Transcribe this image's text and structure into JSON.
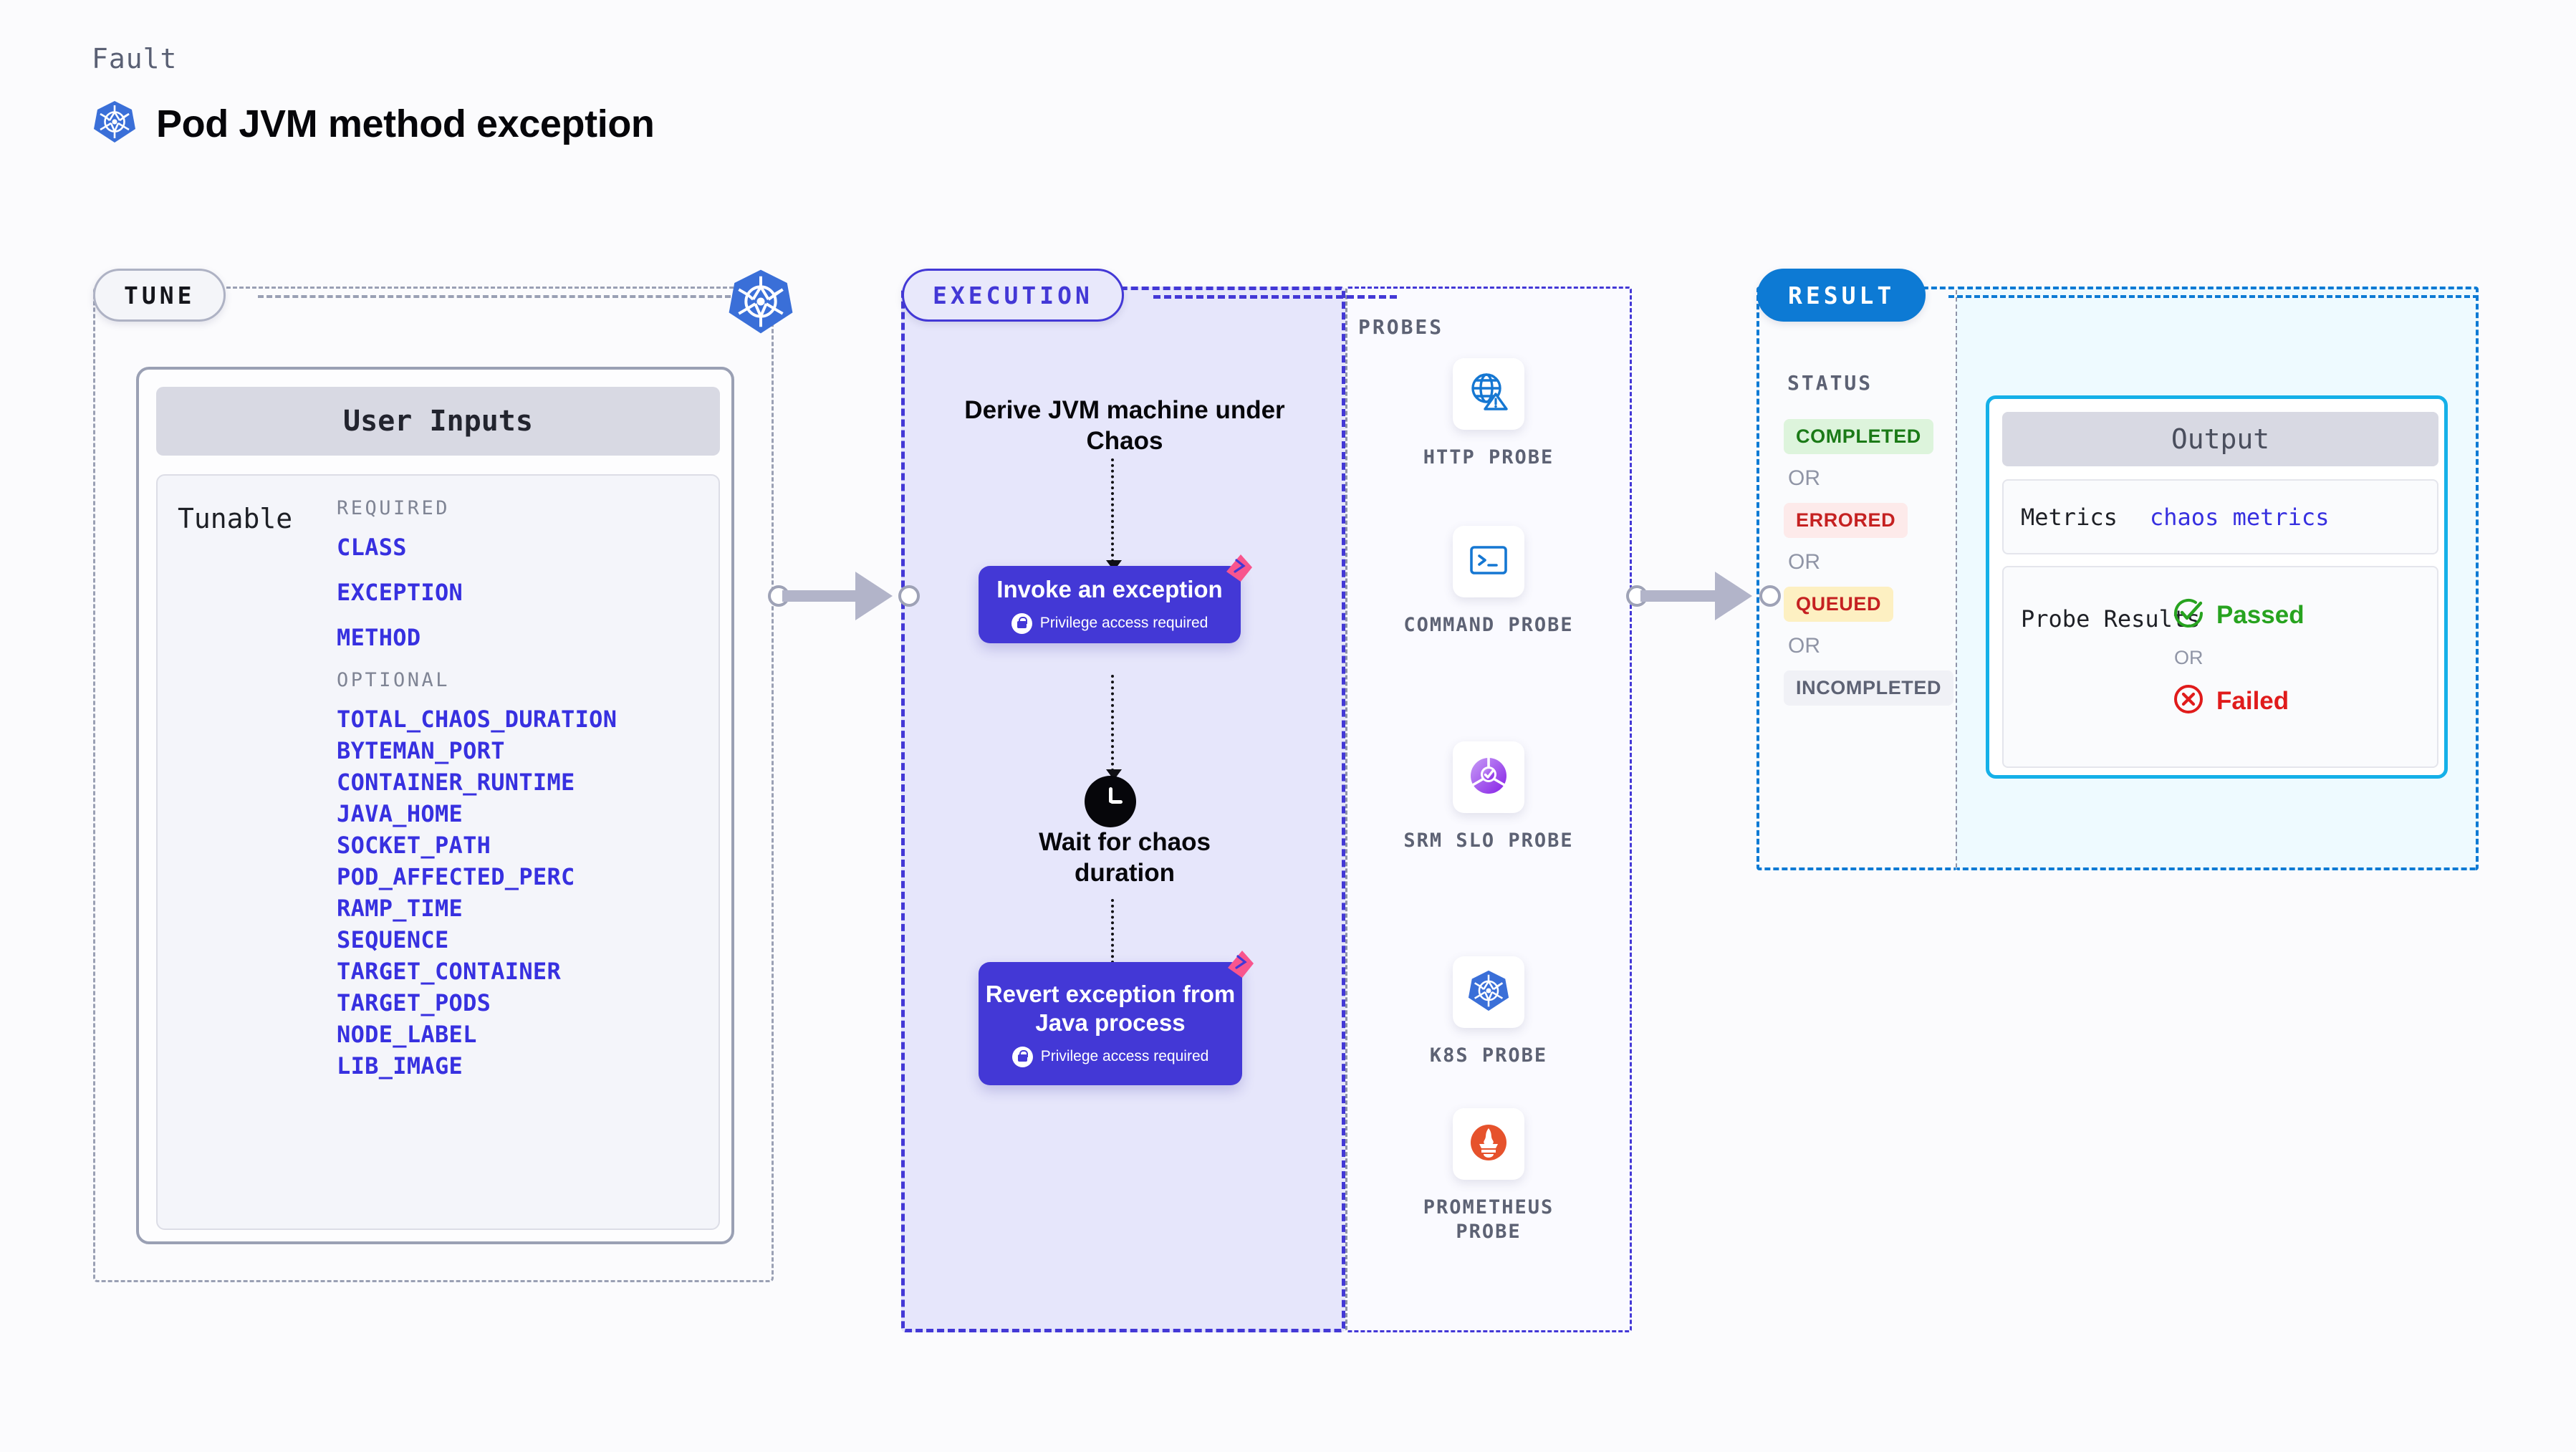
{
  "header": {
    "kicker": "Fault",
    "title": "Pod JVM method exception",
    "icon": "kubernetes-icon"
  },
  "colors": {
    "accent_indigo": "#4338d6",
    "accent_blue": "#0d7ad4",
    "accent_cyan": "#15b0e8",
    "litmus_pink": "#f8558e",
    "k8s_blue": "#3a6fd8",
    "muted": "#5d6274"
  },
  "tune": {
    "pill_label": "TUNE",
    "card_header": "User Inputs",
    "tunable_label": "Tunable",
    "groups": [
      {
        "name": "REQUIRED",
        "items": [
          "CLASS",
          "EXCEPTION",
          "METHOD"
        ]
      },
      {
        "name": "OPTIONAL",
        "items": [
          "TOTAL_CHAOS_DURATION",
          "BYTEMAN_PORT",
          "CONTAINER_RUNTIME",
          "JAVA_HOME",
          "SOCKET_PATH",
          "POD_AFFECTED_PERC",
          "RAMP_TIME",
          "SEQUENCE",
          "TARGET_CONTAINER",
          "TARGET_PODS",
          "NODE_LABEL",
          "LIB_IMAGE"
        ]
      }
    ]
  },
  "execution": {
    "pill_label": "EXECUTION",
    "step_derive": "Derive JVM machine under Chaos",
    "box_invoke": {
      "title": "Invoke an exception",
      "privilege_note": "Privilege access required",
      "badge_icon": "litmus-logo-icon",
      "lock_icon": "lock-icon"
    },
    "step_wait": "Wait for chaos duration",
    "wait_icon": "clock-icon",
    "box_revert": {
      "title": "Revert exception from Java process",
      "privilege_note": "Privilege access required",
      "badge_icon": "litmus-logo-icon",
      "lock_icon": "lock-icon"
    }
  },
  "probes": {
    "section_label": "PROBES",
    "items": [
      {
        "label": "HTTP PROBE",
        "icon": "globe-warning-icon"
      },
      {
        "label": "COMMAND PROBE",
        "icon": "terminal-icon"
      },
      {
        "label": "SRM SLO PROBE",
        "icon": "slo-donut-check-icon"
      },
      {
        "label": "K8S PROBE",
        "icon": "kubernetes-icon"
      },
      {
        "label": "PROMETHEUS PROBE",
        "icon": "prometheus-icon"
      }
    ]
  },
  "result": {
    "pill_label": "RESULT",
    "status_label": "STATUS",
    "or_label": "OR",
    "statuses": [
      {
        "label": "COMPLETED",
        "bg": "#ddf4dc",
        "fg": "#1b7a17"
      },
      {
        "label": "ERRORED",
        "bg": "#fdeaea",
        "fg": "#c52121"
      },
      {
        "label": "QUEUED",
        "bg": "#fdf0c2",
        "fg": "#c52121"
      },
      {
        "label": "INCOMPLETED",
        "bg": "#f0f1f6",
        "fg": "#5d6274"
      }
    ]
  },
  "output": {
    "header": "Output",
    "metrics_key": "Metrics",
    "metrics_value": "chaos metrics",
    "probe_results_key": "Probe Results",
    "passed_label": "Passed",
    "failed_label": "Failed",
    "or_label": "OR",
    "passed_icon": "check-circle-icon",
    "failed_icon": "x-circle-icon"
  }
}
